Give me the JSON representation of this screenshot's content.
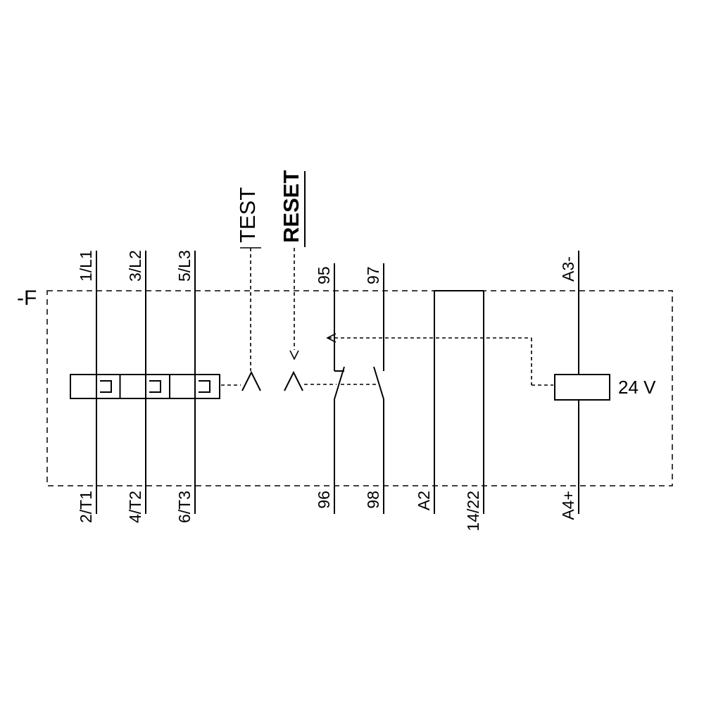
{
  "diagram": {
    "device_label": "-F",
    "coil_label": "24 V",
    "controls": {
      "test": "TEST",
      "reset": "RESET"
    },
    "terminals": {
      "main_top": [
        "1/L1",
        "3/L2",
        "5/L3"
      ],
      "main_bottom": [
        "2/T1",
        "4/T2",
        "6/T3"
      ],
      "nc_top": "95",
      "nc_bottom": "96",
      "no_top": "97",
      "no_bottom": "98",
      "ctrl_a2": "A2",
      "ctrl_1422": "14/22",
      "supply_top": "A3-",
      "supply_bottom": "A4+"
    },
    "colors": {
      "ink": "#000000",
      "background": "#ffffff"
    }
  }
}
